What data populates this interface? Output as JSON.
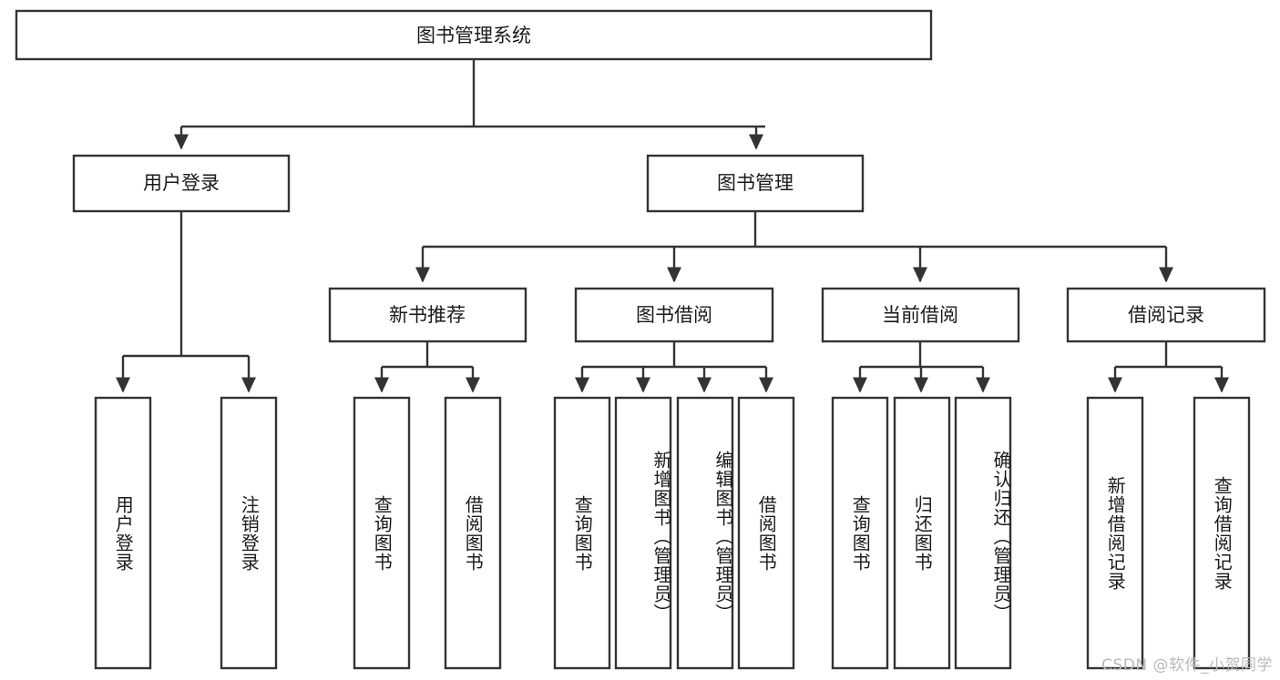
{
  "diagram": {
    "type": "tree",
    "title": "图书管理系统",
    "root": {
      "id": "root",
      "label": "图书管理系统"
    },
    "level2": [
      {
        "id": "user-login",
        "label": "用户登录"
      },
      {
        "id": "book-management",
        "label": "图书管理"
      }
    ],
    "level3": [
      {
        "id": "new-book-recommend",
        "label": "新书推荐",
        "parent": "book-management"
      },
      {
        "id": "book-borrow",
        "label": "图书借阅",
        "parent": "book-management"
      },
      {
        "id": "current-borrow",
        "label": "当前借阅",
        "parent": "book-management"
      },
      {
        "id": "borrow-record",
        "label": "借阅记录",
        "parent": "book-management"
      }
    ],
    "leaves": {
      "user-login": [
        {
          "id": "leaf-user-login",
          "label": "用户登录"
        },
        {
          "id": "leaf-user-logout",
          "label": "注销登录"
        }
      ],
      "new-book-recommend": [
        {
          "id": "leaf-query-book-1",
          "label": "查询图书"
        },
        {
          "id": "leaf-borrow-book-1",
          "label": "借阅图书"
        }
      ],
      "book-borrow": [
        {
          "id": "leaf-query-book-2",
          "label": "查询图书"
        },
        {
          "id": "leaf-add-book",
          "label": "新增图书（管理员）"
        },
        {
          "id": "leaf-edit-book",
          "label": "编辑图书（管理员）"
        },
        {
          "id": "leaf-borrow-book-2",
          "label": "借阅图书"
        }
      ],
      "current-borrow": [
        {
          "id": "leaf-query-book-3",
          "label": "查询图书"
        },
        {
          "id": "leaf-return-book",
          "label": "归还图书"
        },
        {
          "id": "leaf-confirm-return",
          "label": "确认归还（管理员）"
        }
      ],
      "borrow-record": [
        {
          "id": "leaf-add-record",
          "label": "新增借阅记录"
        },
        {
          "id": "leaf-query-record",
          "label": "查询借阅记录"
        }
      ]
    },
    "colors": {
      "box_stroke": "#333333",
      "box_fill": "#ffffff",
      "connector": "#333333",
      "text": "#1a1a1a",
      "watermark": "#b9b9b9",
      "background": "#ffffff"
    }
  },
  "watermark": {
    "text": "CSDN @软件_小贺同学"
  }
}
